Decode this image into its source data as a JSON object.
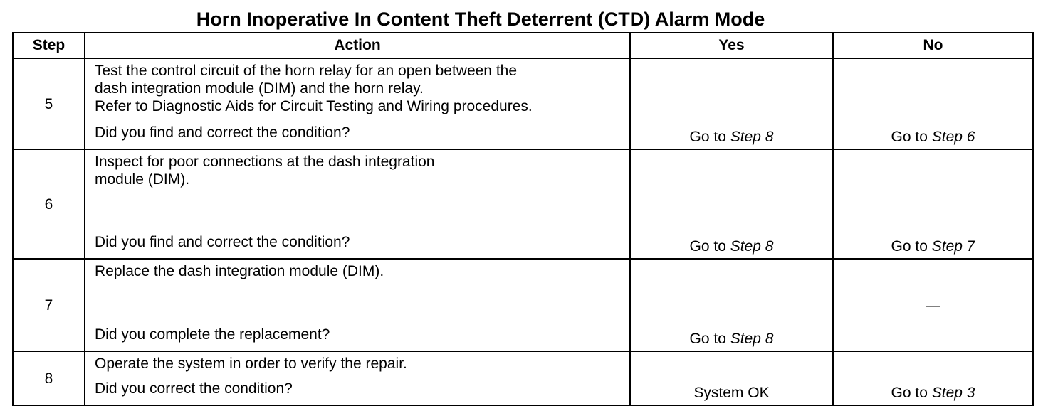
{
  "title": "Horn Inoperative In Content Theft Deterrent (CTD) Alarm Mode",
  "headers": {
    "step": "Step",
    "action": "Action",
    "yes": "Yes",
    "no": "No"
  },
  "rows": [
    {
      "step": "5",
      "action_lines": [
        "Test the control circuit of the horn relay for an open between the",
        "dash integration module (DIM) and the horn relay.",
        "Refer to Diagnostic Aids for Circuit Testing and Wiring procedures."
      ],
      "question": "Did you find and correct the condition?",
      "yes_prefix": "Go to",
      "yes_ref": "Step 8",
      "no_prefix": "Go to",
      "no_ref": "Step 6"
    },
    {
      "step": "6",
      "action_lines": [
        "Inspect for poor connections at the dash integration",
        "module (DIM)."
      ],
      "question": "Did you find and correct the condition?",
      "yes_prefix": "Go to",
      "yes_ref": "Step 8",
      "no_prefix": "Go to",
      "no_ref": "Step 7"
    },
    {
      "step": "7",
      "action_lines": [
        "Replace the dash integration module (DIM)."
      ],
      "question": "Did you complete the replacement?",
      "yes_prefix": "Go to",
      "yes_ref": "Step 8",
      "no_text": "—"
    },
    {
      "step": "8",
      "action_lines": [
        "Operate the system in order to verify the repair."
      ],
      "question": "Did you correct the condition?",
      "yes_text": "System OK",
      "no_prefix": "Go to",
      "no_ref": "Step 3"
    }
  ]
}
